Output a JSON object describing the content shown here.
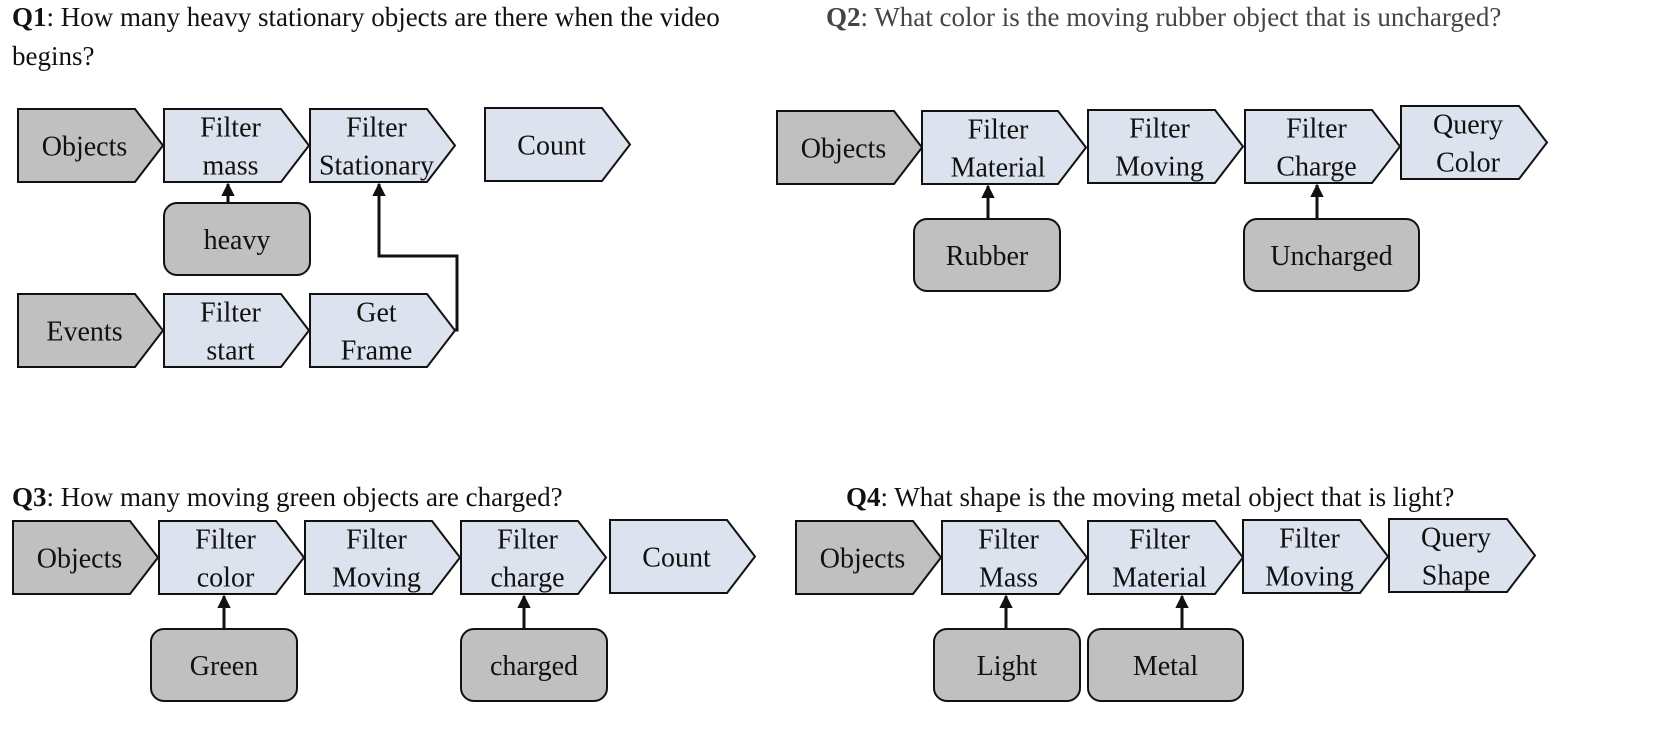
{
  "colors": {
    "input_node": "#c0c0c0",
    "operation_node": "#dce3ee",
    "argument_node": "#c0c0c0",
    "stroke": "#111111"
  },
  "questions": [
    {
      "id": "Q1",
      "text": ": How many heavy stationary objects are there when the video begins?",
      "nodes": [
        {
          "kind": "input",
          "lines": [
            "Objects"
          ]
        },
        {
          "kind": "op",
          "lines": [
            "Filter",
            "mass"
          ]
        },
        {
          "kind": "op",
          "lines": [
            "Filter",
            "Stationary"
          ]
        },
        {
          "kind": "op",
          "lines": [
            "Count"
          ]
        },
        {
          "kind": "argument",
          "lines": [
            "heavy"
          ]
        },
        {
          "kind": "input",
          "lines": [
            "Events"
          ]
        },
        {
          "kind": "op",
          "lines": [
            "Filter",
            "start"
          ]
        },
        {
          "kind": "op",
          "lines": [
            "Get",
            "Frame"
          ]
        }
      ]
    },
    {
      "id": "Q2",
      "text": ": What color is the moving rubber object that is uncharged?",
      "nodes": [
        {
          "kind": "input",
          "lines": [
            "Objects"
          ]
        },
        {
          "kind": "op",
          "lines": [
            "Filter",
            "Material"
          ]
        },
        {
          "kind": "op",
          "lines": [
            "Filter",
            "Moving"
          ]
        },
        {
          "kind": "op",
          "lines": [
            "Filter",
            "Charge"
          ]
        },
        {
          "kind": "op",
          "lines": [
            "Query",
            "Color"
          ]
        },
        {
          "kind": "argument",
          "lines": [
            "Rubber"
          ]
        },
        {
          "kind": "argument",
          "lines": [
            "Uncharged"
          ]
        }
      ]
    },
    {
      "id": "Q3",
      "text": ": How many moving green objects are charged?",
      "nodes": [
        {
          "kind": "input",
          "lines": [
            "Objects"
          ]
        },
        {
          "kind": "op",
          "lines": [
            "Filter",
            "color"
          ]
        },
        {
          "kind": "op",
          "lines": [
            "Filter",
            "Moving"
          ]
        },
        {
          "kind": "op",
          "lines": [
            "Filter",
            "charge"
          ]
        },
        {
          "kind": "op",
          "lines": [
            "Count"
          ]
        },
        {
          "kind": "argument",
          "lines": [
            "Green"
          ]
        },
        {
          "kind": "argument",
          "lines": [
            "charged"
          ]
        }
      ]
    },
    {
      "id": "Q4",
      "text": ": What shape is the moving metal object that is light?",
      "nodes": [
        {
          "kind": "input",
          "lines": [
            "Objects"
          ]
        },
        {
          "kind": "op",
          "lines": [
            "Filter",
            "Mass"
          ]
        },
        {
          "kind": "op",
          "lines": [
            "Filter",
            "Material"
          ]
        },
        {
          "kind": "op",
          "lines": [
            "Filter",
            "Moving"
          ]
        },
        {
          "kind": "op",
          "lines": [
            "Query",
            "Shape"
          ]
        },
        {
          "kind": "argument",
          "lines": [
            "Light"
          ]
        },
        {
          "kind": "argument",
          "lines": [
            "Metal"
          ]
        }
      ]
    }
  ]
}
